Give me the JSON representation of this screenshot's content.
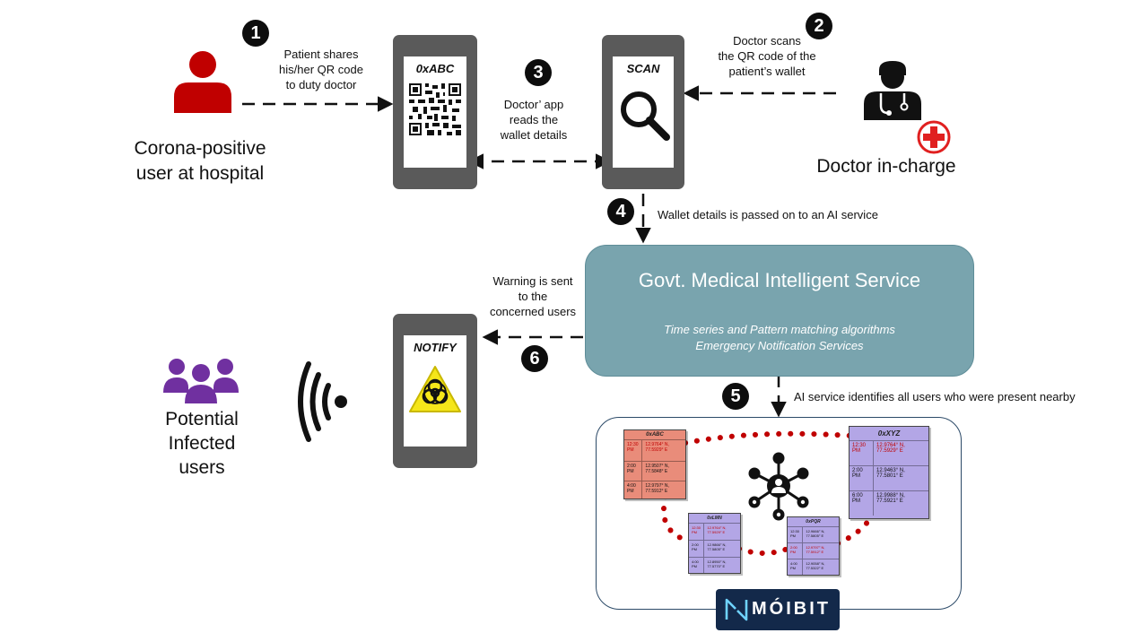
{
  "colors": {
    "user_red": "#c00000",
    "service_bg": "#79a4ae",
    "phone_gray": "#5a5a5a",
    "crowd_purple": "#7030a0",
    "card_red": "#e98c7a",
    "card_purple": "#b3a6e6",
    "trail_red": "#c00000",
    "moibit_navy": "#13294a"
  },
  "steps": [
    "1",
    "2",
    "3",
    "4",
    "5",
    "6"
  ],
  "patient": {
    "icon": "person-icon",
    "caption_line1": "Corona-positive",
    "caption_line2": "user at hospital",
    "share_line1": "Patient shares",
    "share_line2": "his/her QR code",
    "share_line3": "to duty doctor"
  },
  "qr_phone": {
    "title": "0xABC",
    "icon": "qr-code-icon"
  },
  "scan_phone": {
    "title": "SCAN",
    "icon": "magnifier-icon"
  },
  "app_reads": {
    "line1": "Doctor’ app",
    "line2": "reads the",
    "line3": "wallet details"
  },
  "doctor": {
    "icon": "doctor-icon",
    "badge_icon": "medical-cross-icon",
    "scan_line1": "Doctor scans",
    "scan_line2": "the QR code of the",
    "scan_line3": "patient’s wallet",
    "caption": "Doctor in-charge"
  },
  "pass_text": "Wallet details is passed on to an AI service",
  "service": {
    "title": "Govt. Medical Intelligent Service",
    "line1": "Time series and Pattern matching algorithms",
    "line2": "Emergency Notification Services"
  },
  "warning": {
    "line1": "Warning is sent",
    "line2": "to the",
    "line3": "concerned users"
  },
  "notify_phone": {
    "title": "NOTIFY",
    "icon": "biohazard-icon"
  },
  "broadcast_icon": "wireless-signal-icon",
  "infected": {
    "icon": "group-icon",
    "line1": "Potential",
    "line2": "Infected",
    "line3": "users"
  },
  "identify_text": "AI service identifies all users who were present nearby",
  "network_icon": "network-hub-icon",
  "cards": {
    "abc": {
      "title": "0xABC",
      "rows": [
        {
          "time": "12:30 PM",
          "loc": "12.9764° N, 77.5929° E"
        },
        {
          "time": "2:00 PM",
          "loc": "12.9507° N, 77.5848° E"
        },
        {
          "time": "4:00 PM",
          "loc": "12.9797° N, 77.5912° E"
        }
      ]
    },
    "lmn": {
      "title": "0xLMN",
      "rows": [
        {
          "time": "12:30 PM",
          "loc": "12.9764° N, 77.5929° E"
        },
        {
          "time": "2:00 PM",
          "loc": "12.9866° N, 77.5805° E"
        },
        {
          "time": "4:00 PM",
          "loc": "12.8950° N, 77.5770° E"
        }
      ]
    },
    "pqr": {
      "title": "0xPQR",
      "rows": [
        {
          "time": "12:30 PM",
          "loc": "12.9666° N, 77.5805° E"
        },
        {
          "time": "2:00 PM",
          "loc": "12.9797° N, 77.5912° E"
        },
        {
          "time": "4:00 PM",
          "loc": "12.9058° N, 77.5322° E"
        }
      ]
    },
    "xyz": {
      "title": "0xXYZ",
      "rows": [
        {
          "time": "12:30 PM",
          "loc": "12.9764° N, 77.5929° E"
        },
        {
          "time": "2:00 PM",
          "loc": "12.9463° N, 77.5801° E"
        },
        {
          "time": "6:00 PM",
          "loc": "12.9988° N, 77.5921° E"
        }
      ]
    }
  },
  "brand": {
    "name": "MÓIBIT",
    "icon": "moibit-logo-icon"
  }
}
